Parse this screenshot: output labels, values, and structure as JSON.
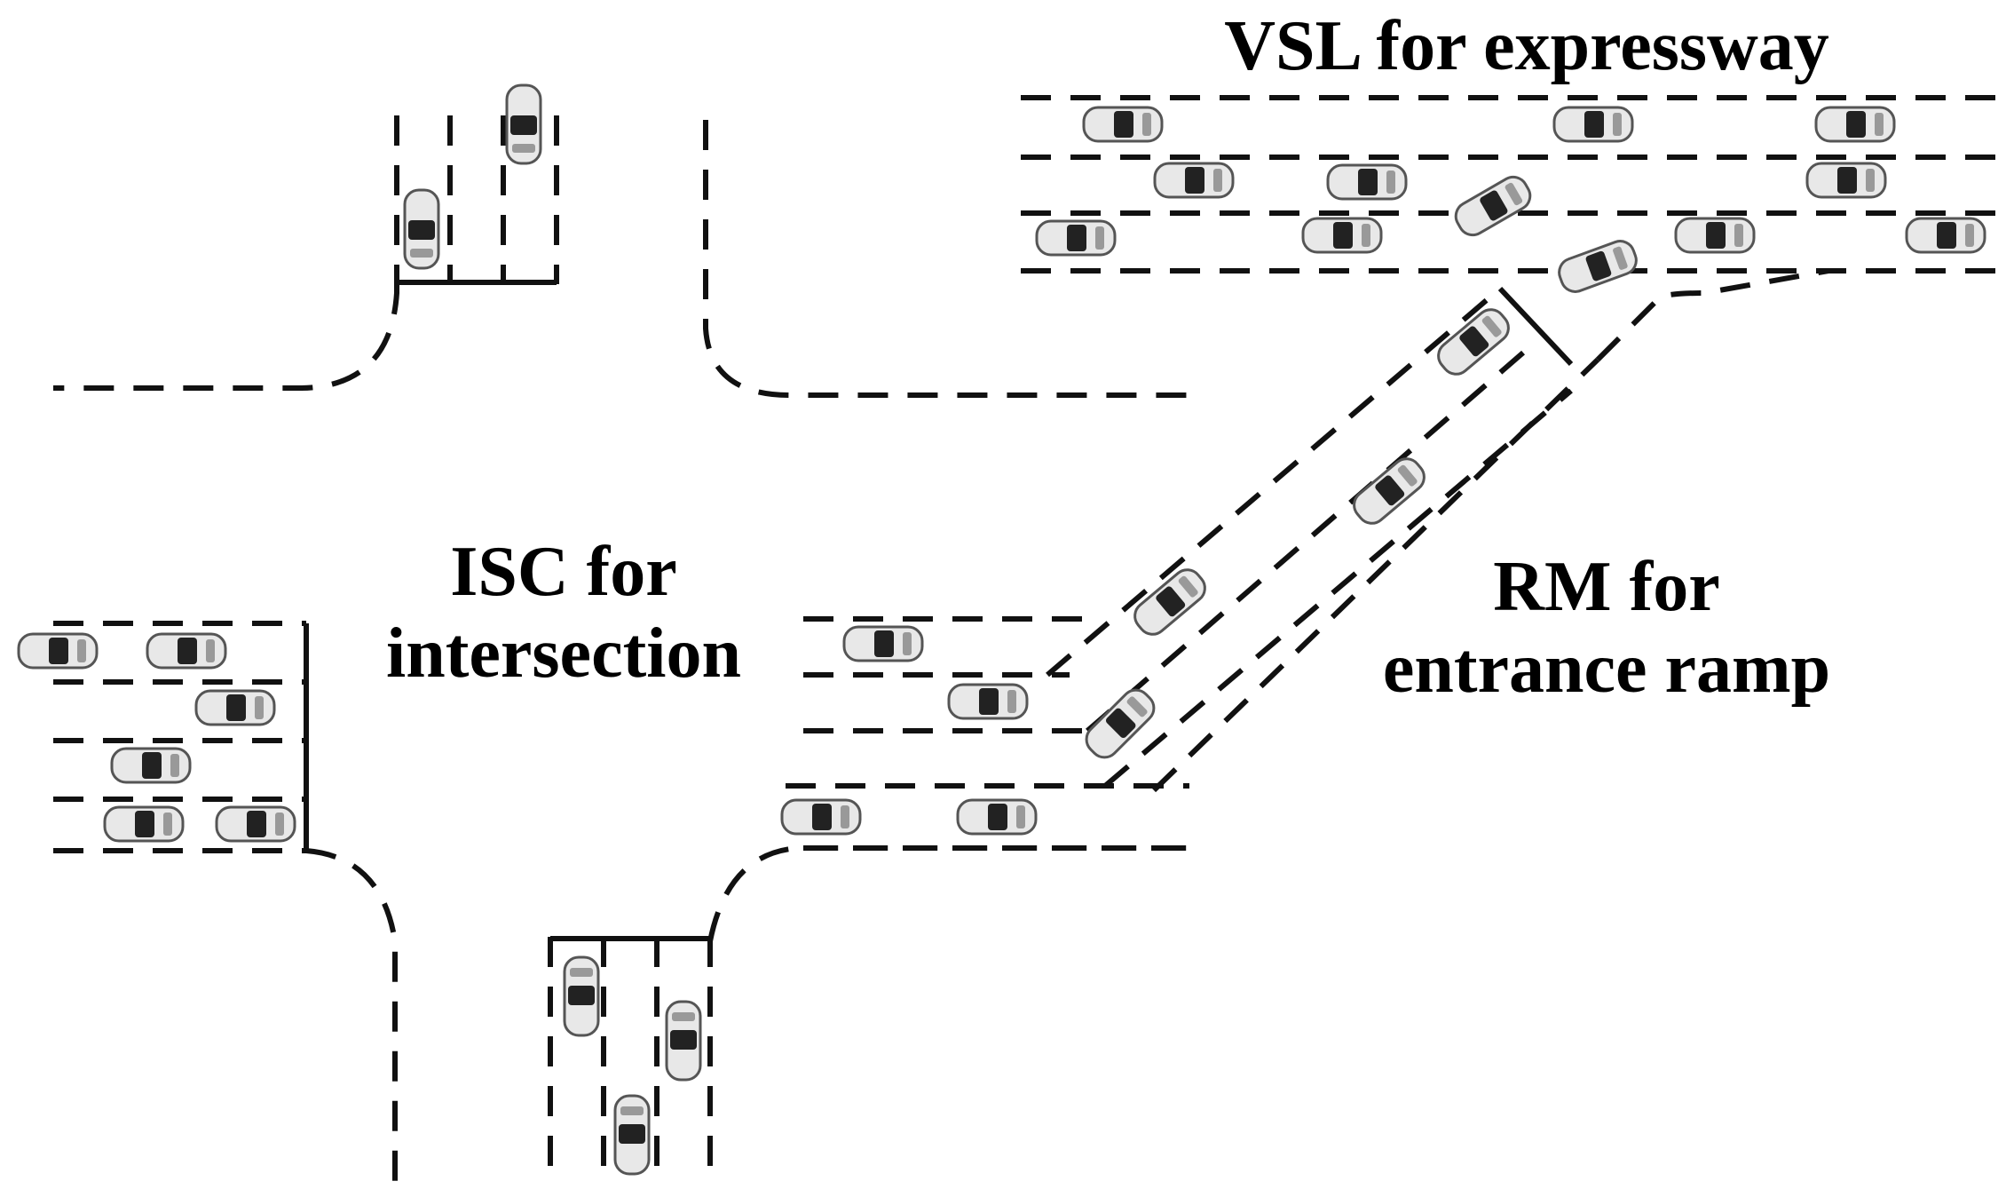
{
  "labels": {
    "vsl": "VSL for expressway",
    "isc_line1": "ISC for",
    "isc_line2": "intersection",
    "rm_line1": "RM for",
    "rm_line2": "entrance ramp"
  },
  "colors": {
    "lane_marking": "#111111",
    "car_body": "#e8e8e8",
    "car_window": "#222222",
    "background": "#ffffff"
  },
  "icons": {
    "vehicle": "car-icon"
  }
}
